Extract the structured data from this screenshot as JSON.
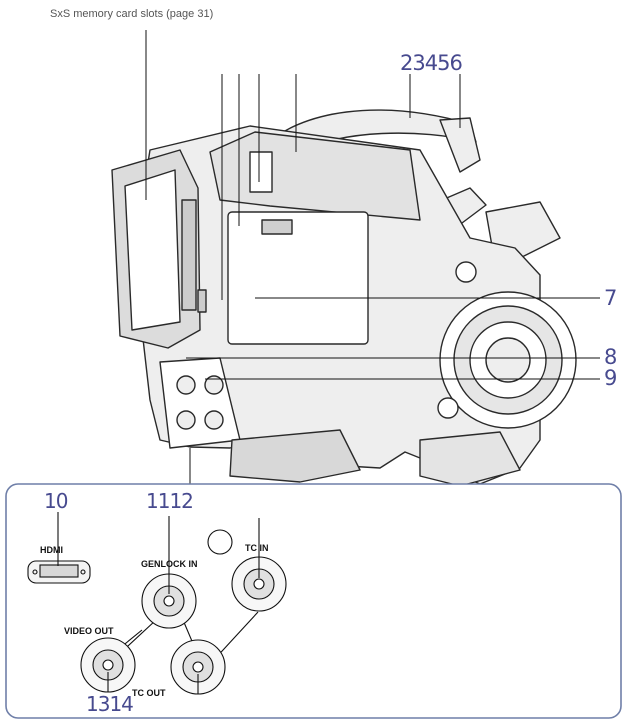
{
  "caption": "SxS memory card slots (page 31)",
  "callouts": {
    "top_group": "23456",
    "seven": "7",
    "eight": "8",
    "nine": "9",
    "ten": "10",
    "eleven_twelve": "1112",
    "thirteen_fourteen": "1314"
  },
  "jacks": {
    "hdmi": "HDMI",
    "genlock_in": "GENLOCK IN",
    "tc_in": "TC IN",
    "video_out": "VIDEO OUT",
    "tc_out": "TC OUT"
  },
  "colors": {
    "callout_number": "#474a8f",
    "line": "#111111",
    "camera_fill": "#eeeeee",
    "camera_stroke": "#2a2a2a",
    "inset_border": "#6f7fa8"
  }
}
